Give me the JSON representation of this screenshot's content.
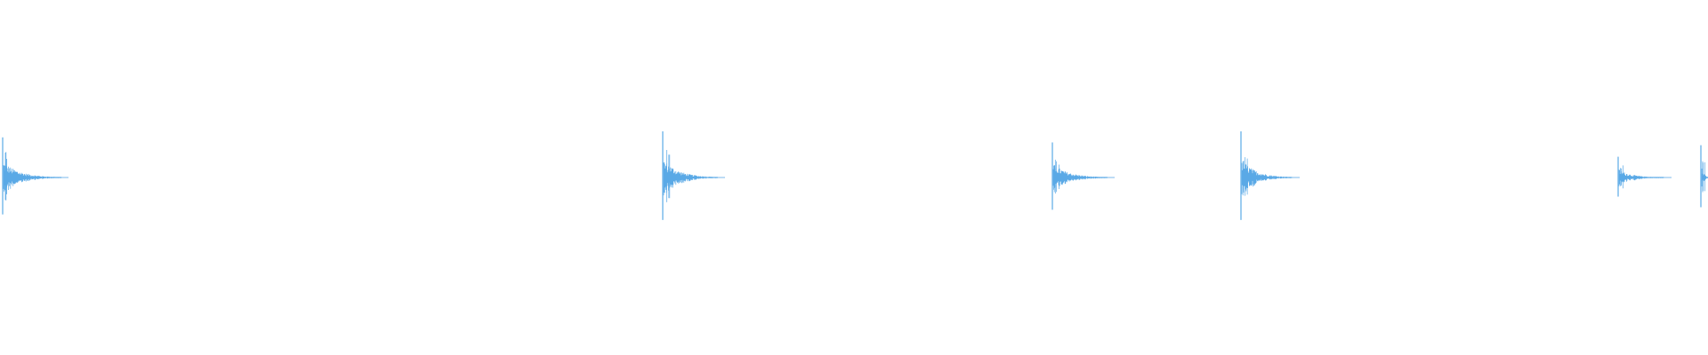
{
  "waveform": {
    "color": "#5aa9e6",
    "background": "#ffffff",
    "transients": [
      {
        "id": "hit-1",
        "amplitude": 0.87
      },
      {
        "id": "hit-2",
        "amplitude": 1.0
      },
      {
        "id": "hit-3",
        "amplitude": 0.76
      },
      {
        "id": "hit-4",
        "amplitude": 1.0
      },
      {
        "id": "hit-5",
        "amplitude": 0.45
      },
      {
        "id": "hit-6",
        "amplitude": 0.7
      }
    ]
  }
}
